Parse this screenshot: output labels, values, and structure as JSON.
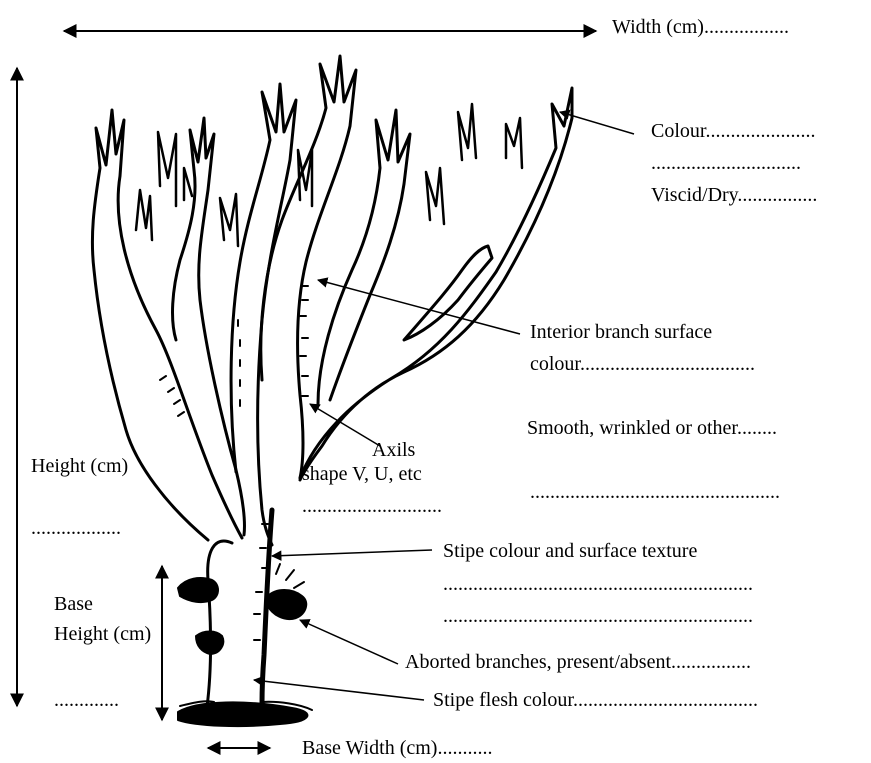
{
  "labels": {
    "width": "Width (cm).................",
    "colour": "Colour......................",
    "colour_cont": "..............................",
    "viscid": "Viscid/Dry................",
    "interior_1": "Interior branch surface",
    "interior_2": "colour...................................",
    "smooth": "Smooth, wrinkled or other........",
    "smooth_dots": "..................................................",
    "axils": "Axils",
    "axils_shape": "shape V, U, etc",
    "axils_dots": "............................",
    "height": "Height (cm)",
    "height_dots": "..................",
    "stipe_texture": "Stipe colour and surface texture",
    "stipe_dots_1": "..............................................................",
    "stipe_dots_2": "..............................................................",
    "base": "Base",
    "base_height": "Height (cm)",
    "base_dots": ".............",
    "aborted": "Aborted branches, present/absent................",
    "flesh": "Stipe flesh colour.....................................",
    "base_width": "Base Width (cm)..........."
  },
  "colors": {
    "ink": "#000000",
    "background": "#ffffff"
  }
}
